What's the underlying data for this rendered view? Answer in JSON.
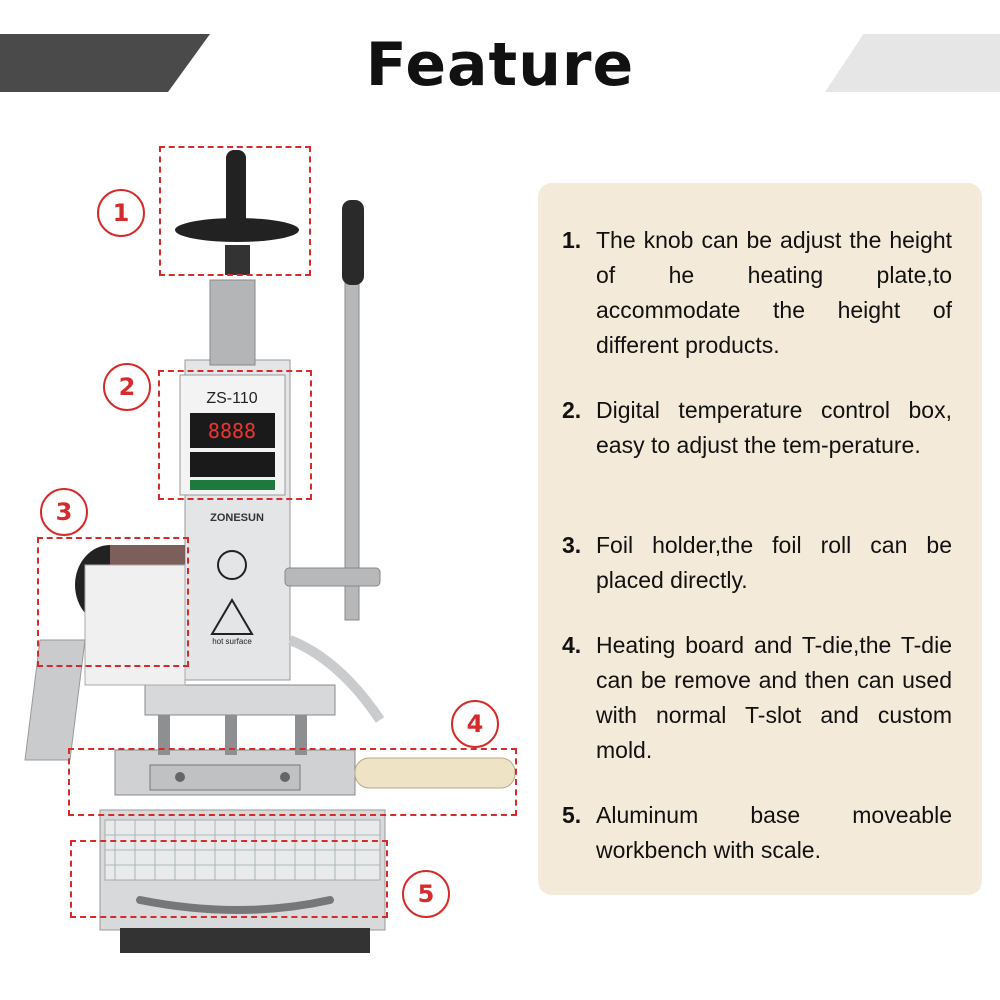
{
  "header": {
    "title": "Feature"
  },
  "machine": {
    "display_model": "ZS-110",
    "brand": "ZONESUN",
    "display_digits": "8888",
    "warning_label": "hot surface"
  },
  "callouts": [
    "1",
    "2",
    "3",
    "4",
    "5"
  ],
  "features": [
    {
      "num": "1.",
      "text": "The knob can be adjust the height of he heating plate,to accommodate the height of different products."
    },
    {
      "num": "2.",
      "text": "Digital temperature control box, easy to adjust the tem-perature."
    },
    {
      "num": "3.",
      "text": "Foil holder,the foil roll can be placed directly."
    },
    {
      "num": "4.",
      "text": "Heating board and T-die,the T-die can be remove and then can used with normal T-slot and custom mold."
    },
    {
      "num": "5.",
      "text": "Aluminum base moveable workbench with scale."
    }
  ],
  "colors": {
    "accent": "#d52b2b",
    "panel": "#f4ead9",
    "banner_dark": "#4a4a4a",
    "banner_light": "#e6e6e6"
  }
}
